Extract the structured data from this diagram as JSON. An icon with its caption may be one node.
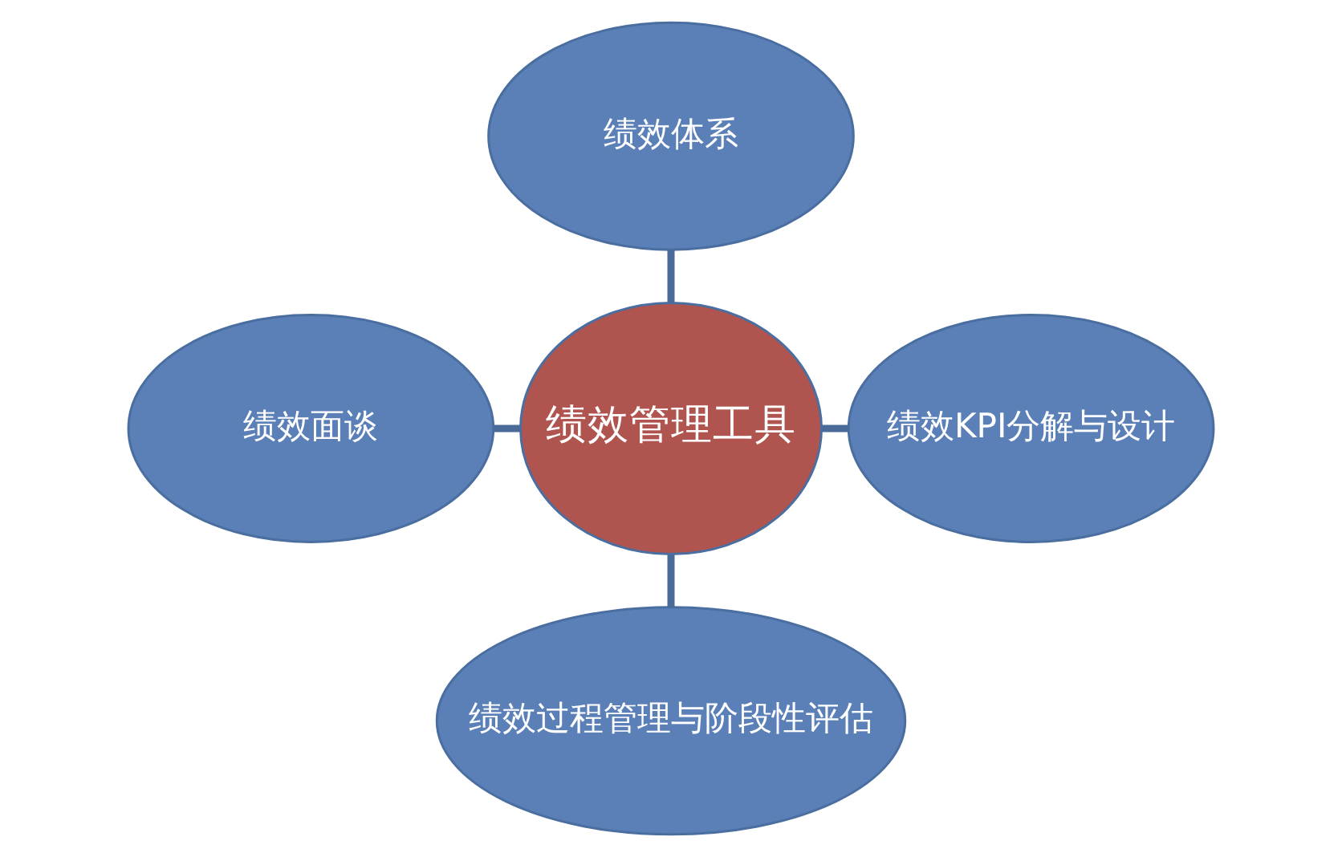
{
  "diagram": {
    "nodes": [
      {
        "text": [
          "绩效体系"
        ]
      },
      {
        "text": [
          "绩效面谈"
        ]
      },
      {
        "text": [
          "绩效管理工具"
        ]
      },
      {
        "text": [
          "绩效KPI分解与设计"
        ]
      },
      {
        "text": [
          "绩效过程管理与阶段性评估"
        ]
      }
    ],
    "edges": [
      {
        "from": 0,
        "to": 2,
        "arrow": "none"
      },
      {
        "from": 1,
        "to": 2,
        "arrow": "none"
      },
      {
        "from": 2,
        "to": 3,
        "arrow": "none"
      },
      {
        "from": 2,
        "to": 4,
        "arrow": "none"
      }
    ]
  }
}
